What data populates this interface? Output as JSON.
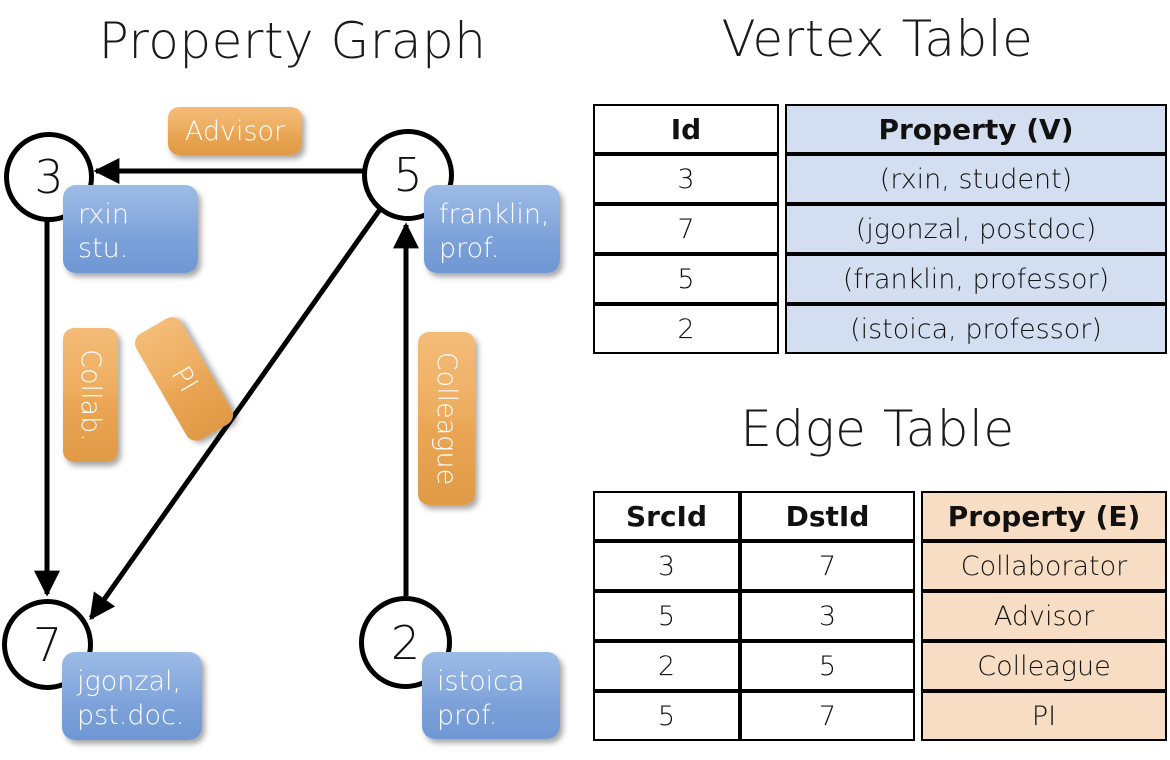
{
  "titles": {
    "graph": "Property Graph",
    "vertex_table": "Vertex Table",
    "edge_table": "Edge Table"
  },
  "colors": {
    "vertex_property_fill": "#d3dff0",
    "edge_property_fill": "#f6ddc3",
    "vertex_box_fill": "#86a9dd",
    "edge_badge_fill": "#eeae61",
    "stroke": "#000000",
    "background": "#ffffff"
  },
  "graph": {
    "vertices": [
      {
        "id": "3",
        "label": "rxin\nstu."
      },
      {
        "id": "5",
        "label": "franklin,\nprof."
      },
      {
        "id": "7",
        "label": "jgonzal,\npst.doc."
      },
      {
        "id": "2",
        "label": "istoica\nprof."
      }
    ],
    "edge_labels": [
      {
        "name": "advisor",
        "text": "Advisor"
      },
      {
        "name": "collab",
        "text": "Collab."
      },
      {
        "name": "pi",
        "text": "PI"
      },
      {
        "name": "colleague",
        "text": "Colleague"
      }
    ],
    "edges": [
      {
        "src": "5",
        "dst": "3",
        "label": "Advisor"
      },
      {
        "src": "3",
        "dst": "7",
        "label": "Collab."
      },
      {
        "src": "5",
        "dst": "7",
        "label": "PI"
      },
      {
        "src": "2",
        "dst": "5",
        "label": "Colleague"
      }
    ]
  },
  "vertex_table": {
    "headers": [
      "Id",
      "Property (V)"
    ],
    "rows": [
      {
        "id": "3",
        "property": "(rxin, student)"
      },
      {
        "id": "7",
        "property": "(jgonzal, postdoc)"
      },
      {
        "id": "5",
        "property": "(franklin, professor)"
      },
      {
        "id": "2",
        "property": "(istoica, professor)"
      }
    ]
  },
  "edge_table": {
    "headers": [
      "SrcId",
      "DstId",
      "Property (E)"
    ],
    "rows": [
      {
        "src": "3",
        "dst": "7",
        "property": "Collaborator"
      },
      {
        "src": "5",
        "dst": "3",
        "property": "Advisor"
      },
      {
        "src": "2",
        "dst": "5",
        "property": "Colleague"
      },
      {
        "src": "5",
        "dst": "7",
        "property": "PI"
      }
    ]
  }
}
